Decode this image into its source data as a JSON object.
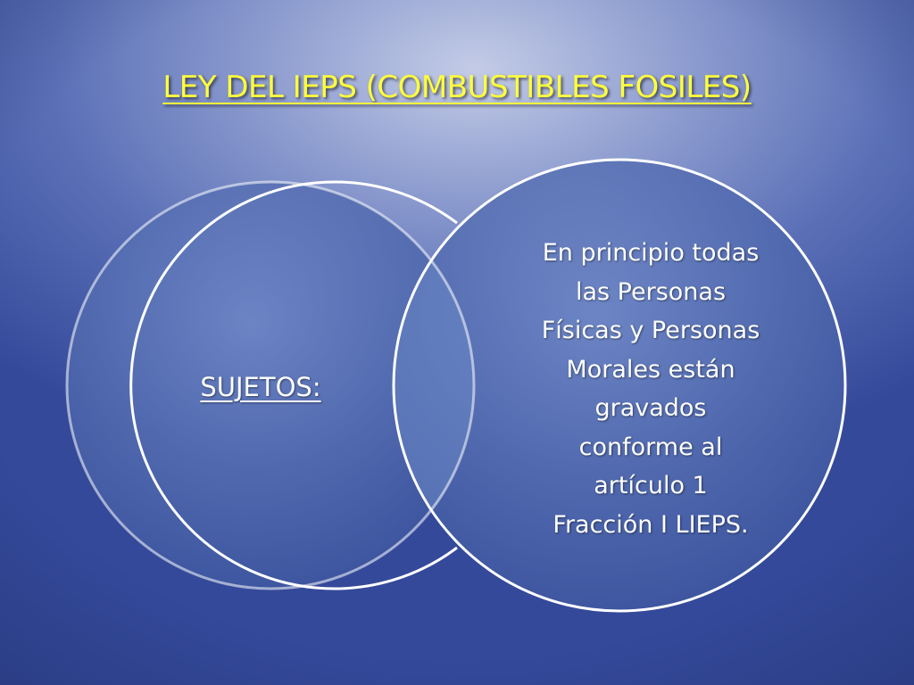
{
  "slide": {
    "title": "LEY DEL IEPS (COMBUSTIBLES FOSILES)",
    "title_color": "#FFFF3C"
  },
  "venn": {
    "left_label": "SUJETOS:",
    "right_text": "En principio todas\nlas Personas\nFísicas y Personas\nMorales  están\ngravados\nconforme al\nartículo 1\nFracción I LIEPS.",
    "circle_fill": "#5673B4",
    "circle_stroke": "#FFFFFF"
  }
}
